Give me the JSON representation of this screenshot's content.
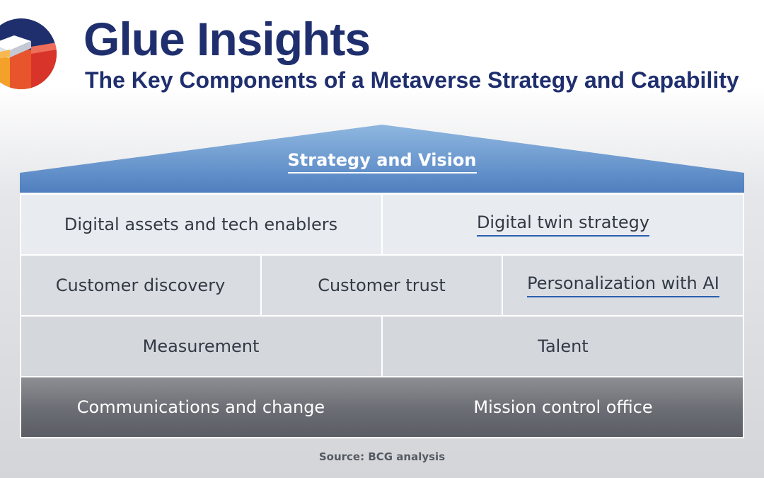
{
  "header": {
    "brand": "Glue Insights",
    "subtitle": "The Key Components of a Metaverse Strategy and Capability"
  },
  "icons": {
    "logo": "stacked-cubes-logo-icon"
  },
  "colors": {
    "brand_navy": "#1f2f6e",
    "roof_blue": "#5b8ac4",
    "base_gray": "#6a6d73",
    "underline_blue": "#2a5fb0"
  },
  "diagram": {
    "roof": "Strategy and Vision",
    "row1": [
      "Digital assets and tech enablers",
      "Digital twin strategy"
    ],
    "row2": [
      "Customer discovery",
      "Customer trust",
      "Personalization with AI"
    ],
    "row3": [
      "Measurement",
      "Talent"
    ],
    "base": [
      "Communications and change",
      "Mission control office"
    ]
  },
  "footer": {
    "source": "Source: BCG analysis"
  }
}
